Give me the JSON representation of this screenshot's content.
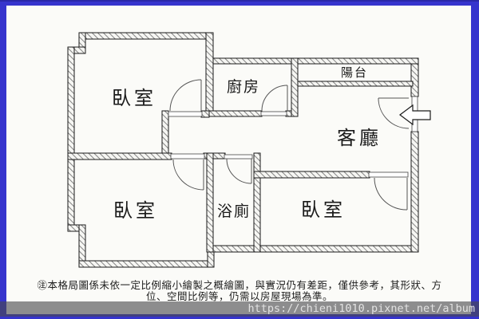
{
  "colors": {
    "frame_blue": "#3634cd",
    "paper": "#fbfbf8",
    "wall_outline": "#1a1a1a",
    "hatch_line": "#777777",
    "door_line": "#555555",
    "label_text": "#1a1a1a",
    "url_bar_bg": "rgba(72,72,78,0.62)",
    "url_text": "#e2e2e2"
  },
  "rooms": {
    "bedroom1": "臥室",
    "bedroom2": "臥室",
    "bedroom3": "臥室",
    "kitchen": "廚房",
    "balcony": "陽台",
    "living": "客廳",
    "bathroom": "浴廁"
  },
  "disclaimer": {
    "line1": "㊟本格局圖係未依一定比例縮小繪製之概繪圖，與實況仍有差距，僅供參考，其形狀、方",
    "line2": "位、空間比例等，仍需以房屋現場為準。"
  },
  "watermark_url": "https://chieni1010.pixnet.net/album"
}
